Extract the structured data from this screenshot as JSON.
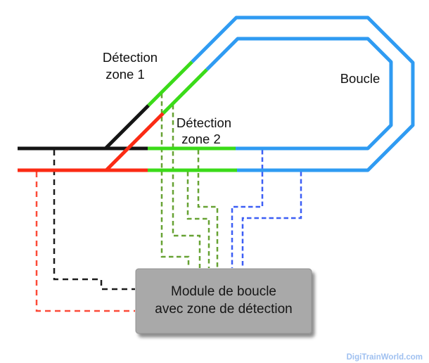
{
  "diagram": {
    "zone1": {
      "line1": "Détection",
      "line2": "zone 1"
    },
    "zone2": {
      "line1": "Détection",
      "line2": "zone 2"
    },
    "loop_label": "Boucle",
    "module": {
      "line1": "Module de boucle",
      "line2": "avec zone de détection"
    },
    "watermark": "DigiTrainWorld.com",
    "colors": {
      "track_black": "#151515",
      "track_red": "#fb2b14",
      "track_green": "#3bdb19",
      "track_blue": "#2f9bf2",
      "wire_black": "#1c1c1c",
      "wire_red": "#fc4a38",
      "wire_green": "#67a233",
      "wire_blue": "#3c5ef5",
      "module_fill": "#a9a9a9",
      "module_edge": "#949494",
      "watermark_color": "#9fc0f0"
    }
  }
}
